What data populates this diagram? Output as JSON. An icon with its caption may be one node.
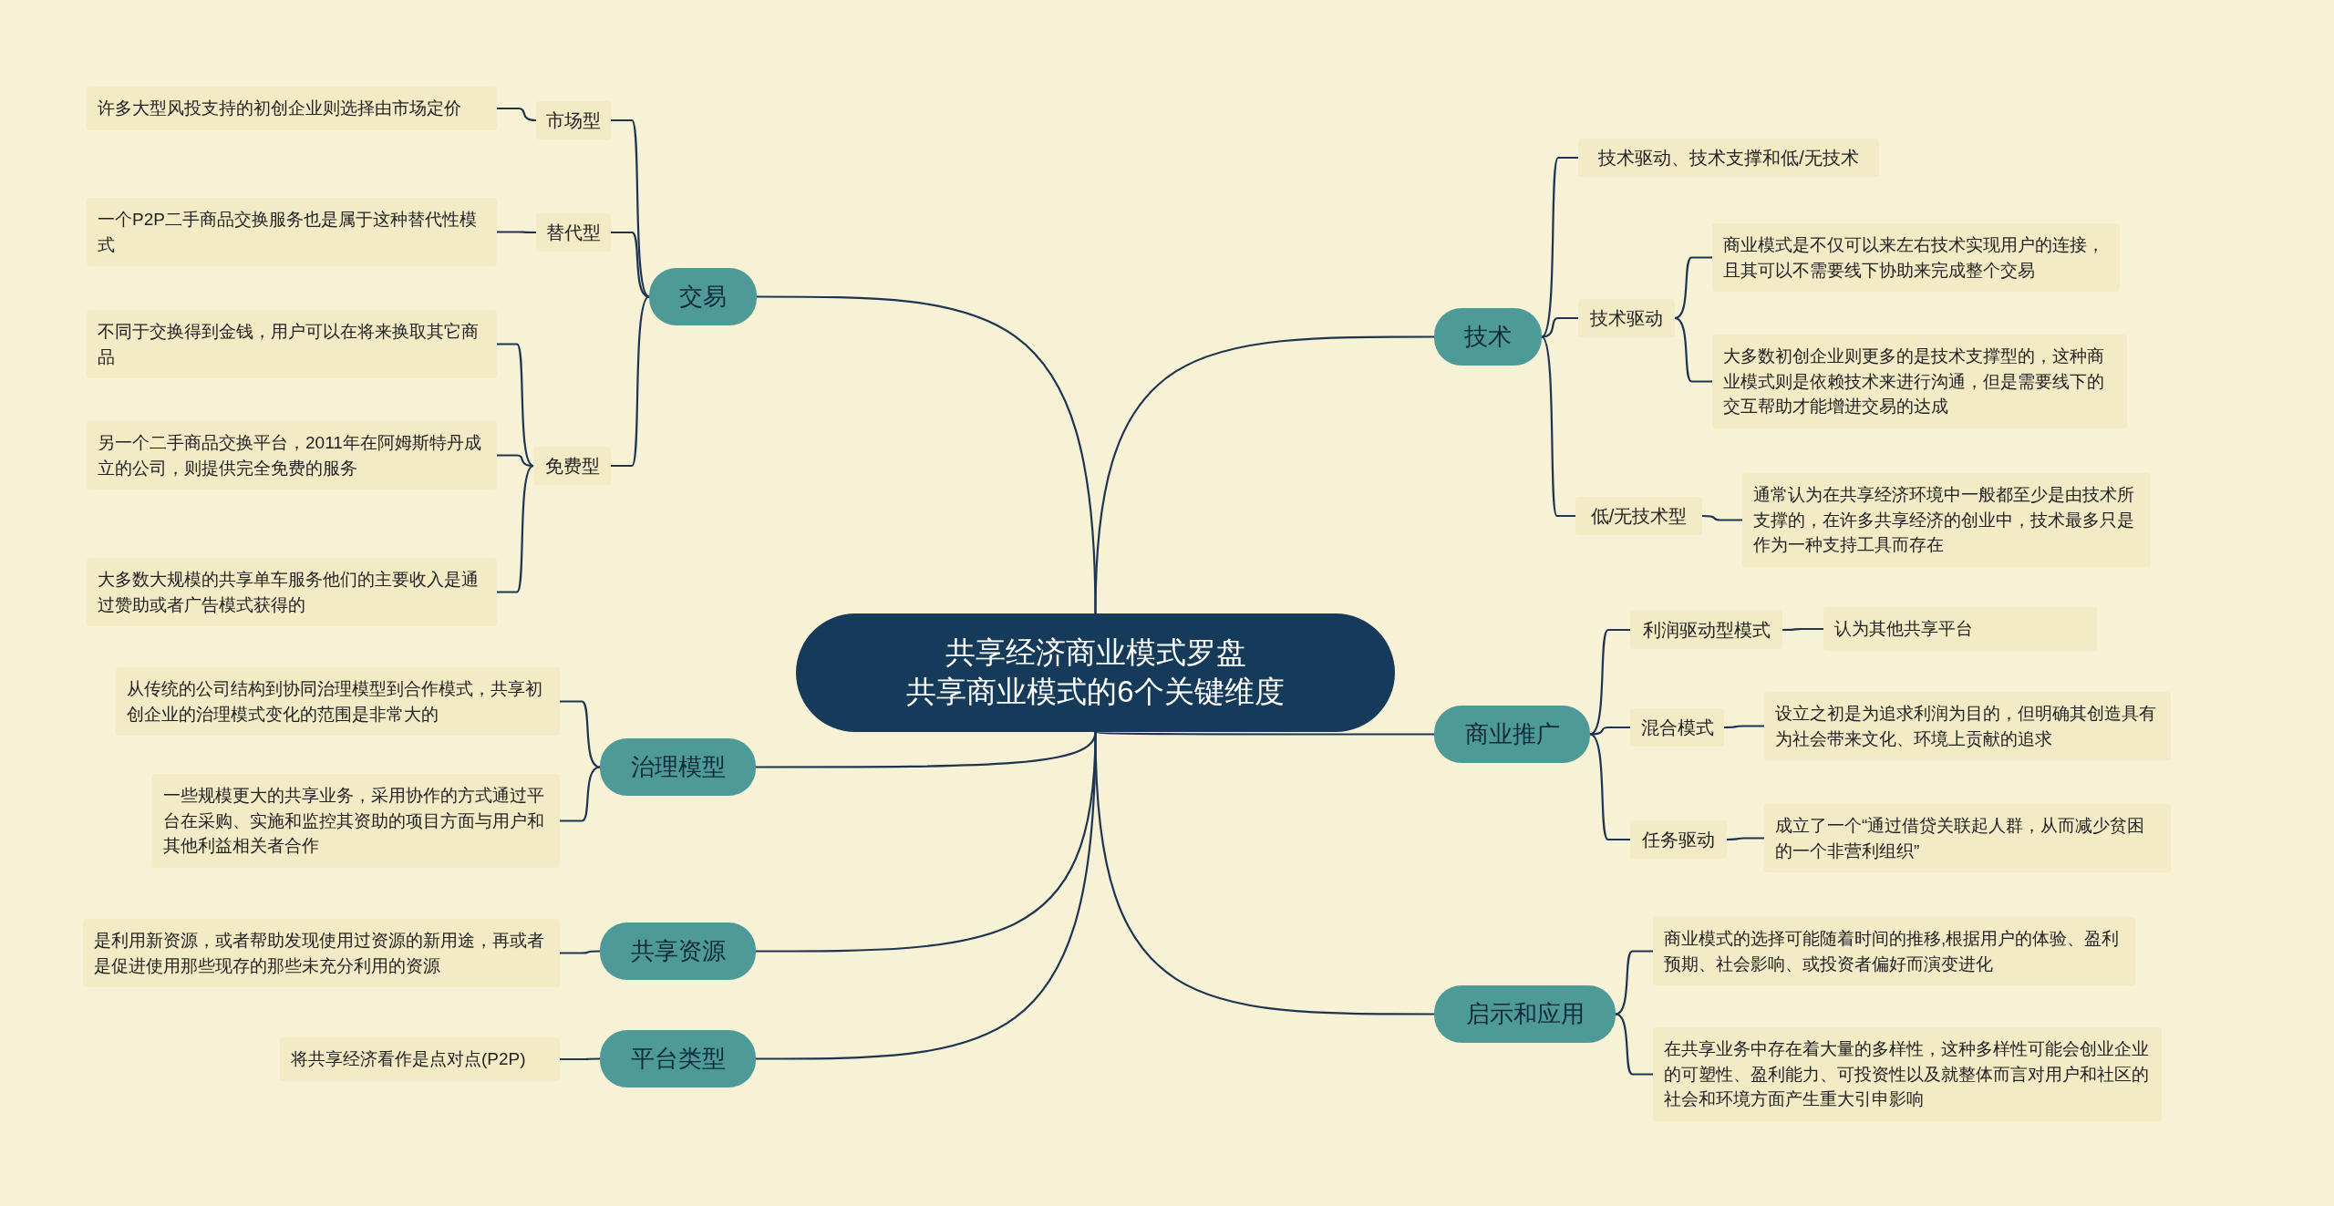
{
  "diagram": {
    "nodes": [
      {
        "text": [
          "共享经济商业模式罗盘",
          "共享商业模式的6个关键维度"
        ]
      },
      {
        "text": [
          "交易"
        ]
      },
      {
        "text": [
          "市场型"
        ]
      },
      {
        "text": [
          "许多大型风投支持的初创企业则选择由市场定价"
        ]
      },
      {
        "text": [
          "替代型"
        ]
      },
      {
        "text": [
          "一个P2P二手商品交换服务也是属于这种替代性模式"
        ]
      },
      {
        "text": [
          "免费型"
        ]
      },
      {
        "text": [
          "不同于交换得到金钱，用户可以在将来换取其它商品"
        ]
      },
      {
        "text": [
          "另一个二手商品交换平台，2011年在阿姆斯特丹成立的公司，则提供完全免费的服务"
        ]
      },
      {
        "text": [
          "大多数大规模的共享单车服务他们的主要收入是通过赞助或者广告模式获得的"
        ]
      },
      {
        "text": [
          "治理模型"
        ]
      },
      {
        "text": [
          "从传统的公司结构到协同治理模型到合作模式，共享初创企业的治理模式变化的范围是非常大的"
        ]
      },
      {
        "text": [
          "一些规模更大的共享业务，采用协作的方式通过平台在采购、实施和监控其资助的项目方面与用户和其他利益相关者合作"
        ]
      },
      {
        "text": [
          "共享资源"
        ]
      },
      {
        "text": [
          "是利用新资源，或者帮助发现使用过资源的新用途，再或者是促进使用那些现存的那些未充分利用的资源"
        ]
      },
      {
        "text": [
          "平台类型"
        ]
      },
      {
        "text": [
          "将共享经济看作是点对点(P2P)"
        ]
      },
      {
        "text": [
          "技术"
        ]
      },
      {
        "text": [
          "技术驱动、技术支撑和低/无技术"
        ]
      },
      {
        "text": [
          "技术驱动"
        ]
      },
      {
        "text": [
          "商业模式是不仅可以来左右技术实现用户的连接，且其可以不需要线下协助来完成整个交易"
        ]
      },
      {
        "text": [
          "大多数初创企业则更多的是技术支撑型的，这种商业模式则是依赖技术来进行沟通，但是需要线下的交互帮助才能增进交易的达成"
        ]
      },
      {
        "text": [
          "低/无技术型"
        ]
      },
      {
        "text": [
          "通常认为在共享经济环境中一般都至少是由技术所支撑的，在许多共享经济的创业中，技术最多只是作为一种支持工具而存在"
        ]
      },
      {
        "text": [
          "商业推广"
        ]
      },
      {
        "text": [
          "利润驱动型模式"
        ]
      },
      {
        "text": [
          "认为其他共享平台"
        ]
      },
      {
        "text": [
          "混合模式"
        ]
      },
      {
        "text": [
          "设立之初是为追求利润为目的，但明确其创造具有为社会带来文化、环境上贡献的追求"
        ]
      },
      {
        "text": [
          "任务驱动"
        ]
      },
      {
        "text": [
          "成立了一个“通过借贷关联起人群，从而减少贫困的一个非营利组织”"
        ]
      },
      {
        "text": [
          "启示和应用"
        ]
      },
      {
        "text": [
          "商业模式的选择可能随着时间的推移,根据用户的体验、盈利预期、社会影响、或投资者偏好而演变进化"
        ]
      },
      {
        "text": [
          "在共享业务中存在着大量的多样性，这种多样性可能会创业企业的可塑性、盈利能力、可投资性以及就整体而言对用户和社区的社会和环境方面产生重大引申影响"
        ]
      }
    ],
    "edges": [
      {
        "from": 0,
        "to": 1,
        "arrow": "none"
      },
      {
        "from": 1,
        "to": 2,
        "arrow": "none"
      },
      {
        "from": 2,
        "to": 3,
        "arrow": "none"
      },
      {
        "from": 1,
        "to": 4,
        "arrow": "none"
      },
      {
        "from": 4,
        "to": 5,
        "arrow": "none"
      },
      {
        "from": 1,
        "to": 6,
        "arrow": "none"
      },
      {
        "from": 6,
        "to": 7,
        "arrow": "none"
      },
      {
        "from": 6,
        "to": 8,
        "arrow": "none"
      },
      {
        "from": 6,
        "to": 9,
        "arrow": "none"
      },
      {
        "from": 0,
        "to": 10,
        "arrow": "none"
      },
      {
        "from": 10,
        "to": 11,
        "arrow": "none"
      },
      {
        "from": 10,
        "to": 12,
        "arrow": "none"
      },
      {
        "from": 0,
        "to": 13,
        "arrow": "none"
      },
      {
        "from": 13,
        "to": 14,
        "arrow": "none"
      },
      {
        "from": 0,
        "to": 15,
        "arrow": "none"
      },
      {
        "from": 15,
        "to": 16,
        "arrow": "none"
      },
      {
        "from": 0,
        "to": 17,
        "arrow": "none"
      },
      {
        "from": 17,
        "to": 18,
        "arrow": "none"
      },
      {
        "from": 17,
        "to": 19,
        "arrow": "none"
      },
      {
        "from": 19,
        "to": 20,
        "arrow": "none"
      },
      {
        "from": 19,
        "to": 21,
        "arrow": "none"
      },
      {
        "from": 17,
        "to": 22,
        "arrow": "none"
      },
      {
        "from": 22,
        "to": 23,
        "arrow": "none"
      },
      {
        "from": 0,
        "to": 24,
        "arrow": "none"
      },
      {
        "from": 24,
        "to": 25,
        "arrow": "none"
      },
      {
        "from": 25,
        "to": 26,
        "arrow": "none"
      },
      {
        "from": 24,
        "to": 27,
        "arrow": "none"
      },
      {
        "from": 27,
        "to": 28,
        "arrow": "none"
      },
      {
        "from": 24,
        "to": 29,
        "arrow": "none"
      },
      {
        "from": 29,
        "to": 30,
        "arrow": "none"
      },
      {
        "from": 0,
        "to": 31,
        "arrow": "none"
      },
      {
        "from": 31,
        "to": 32,
        "arrow": "none"
      },
      {
        "from": 31,
        "to": 33,
        "arrow": "none"
      }
    ]
  }
}
